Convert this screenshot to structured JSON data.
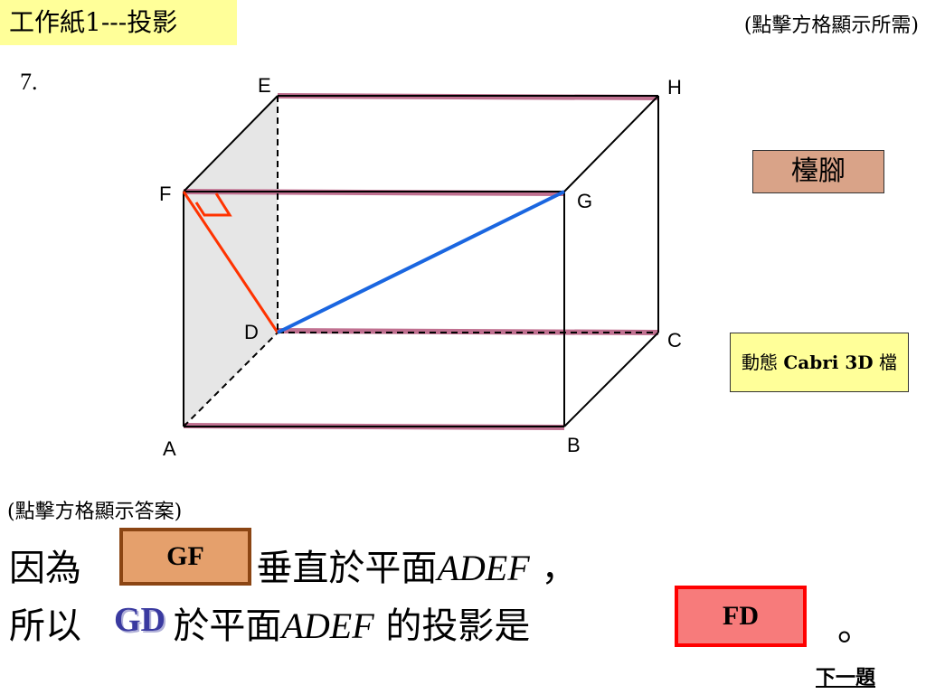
{
  "header": {
    "title": "工作紙1---投影",
    "hint": "(點擊方格顯示所需)"
  },
  "question_number": "7.",
  "figure": {
    "points": {
      "A": "A",
      "B": "B",
      "C": "C",
      "D": "D",
      "E": "E",
      "F": "F",
      "G": "G",
      "H": "H"
    },
    "colors": {
      "highlight_edge": "#c07090",
      "projection_line": "#ff3300",
      "line_gd": "#1a66e0",
      "shaded_plane": "#e6e6e6"
    }
  },
  "buttons": {
    "table_label": "檯腳",
    "cabri_prefix": "動態",
    "cabri_name": "Cabri 3D",
    "cabri_suffix": "檔"
  },
  "answer_section": {
    "hint": "(點擊方格顯示答案)",
    "line1_prefix": "因為",
    "answer1": "GF",
    "line1_middle": "垂直於平面",
    "plane": "ADEF",
    "line1_suffix": "，",
    "line2_prefix": "所以",
    "gd_label": "GD",
    "line2_middle": "於平面",
    "plane2": "ADEF",
    "line2_suffix": "的投影是",
    "answer2": "FD",
    "end_mark": "。"
  },
  "footer": {
    "next_label": "下一題"
  }
}
